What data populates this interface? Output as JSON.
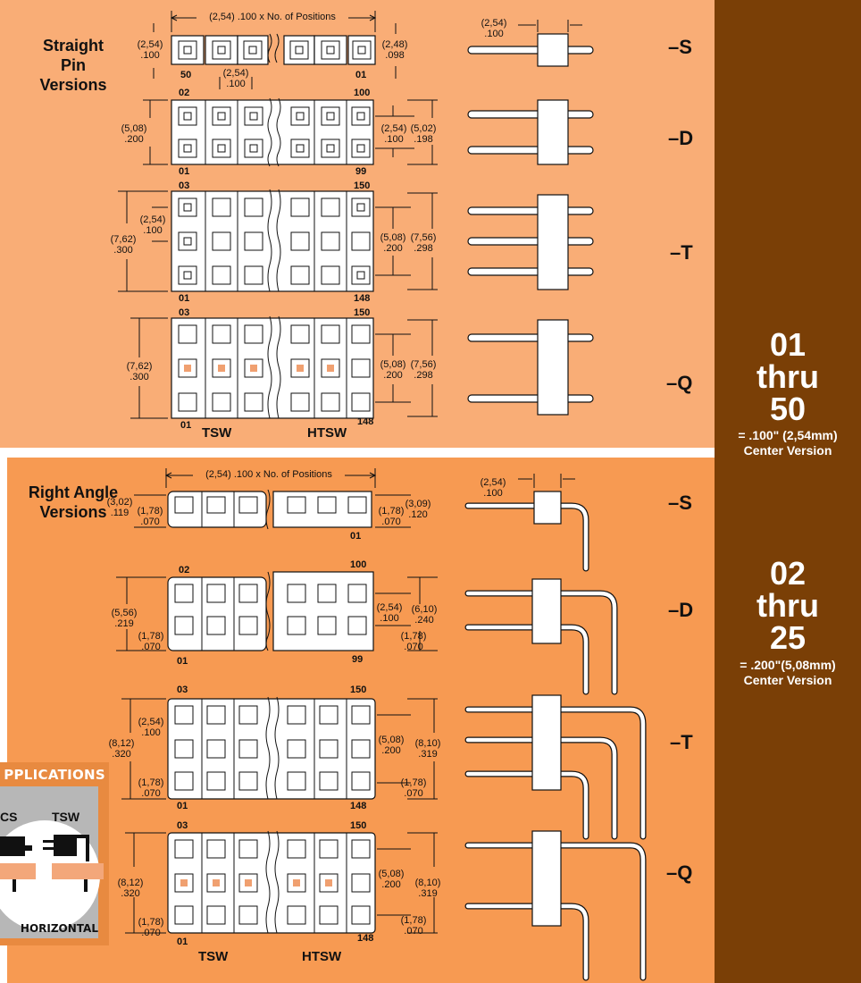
{
  "straight": {
    "heading": "Straight Pin Versions",
    "suffixes": [
      "–S",
      "–D",
      "–T",
      "–Q"
    ],
    "overall_dim": "(2,54) .100 x No. of Positions",
    "pitch_top_mm": "(2,54)",
    "pitch_top_in": ".100",
    "s_left_mm": "(2,54)",
    "s_left_in": ".100",
    "s_right_mm": "(2,48)",
    "s_right_in": ".098",
    "s_bottom_mm": "(2,54)",
    "s_bottom_in": ".100",
    "s_num_left": "50",
    "s_num_right": "01",
    "d_top_left": "02",
    "d_top_right": "100",
    "d_bot_left": "01",
    "d_bot_right": "99",
    "d_left_mm": "(5,08)",
    "d_left_in": ".200",
    "d_r1_mm": "(2,54)",
    "d_r1_in": ".100",
    "d_r2_mm": "(5,02)",
    "d_r2_in": ".198",
    "t_top_left": "03",
    "t_top_right": "150",
    "t_bot_left": "01",
    "t_bot_right": "148",
    "t_l1_mm": "(7,62)",
    "t_l1_in": ".300",
    "t_l2_mm": "(2,54)",
    "t_l2_in": ".100",
    "t_r1_mm": "(5,08)",
    "t_r1_in": ".200",
    "t_r2_mm": "(7,56)",
    "t_r2_in": ".298",
    "q_top_left": "03",
    "q_top_right": "150",
    "q_bot_left": "01",
    "q_bot_right": "148",
    "q_l_mm": "(7,62)",
    "q_l_in": ".300",
    "q_r1_mm": "(5,08)",
    "q_r1_in": ".200",
    "q_r2_mm": "(7,56)",
    "q_r2_in": ".298",
    "label_tsw": "TSW",
    "label_htsw": "HTSW"
  },
  "right_angle": {
    "heading": "Right Angle Versions",
    "suffixes": [
      "–S",
      "–D",
      "–T",
      "–Q"
    ],
    "overall_dim": "(2,54) .100 x No. of Positions",
    "pitch_top_mm": "(2,54)",
    "pitch_top_in": ".100",
    "s_l1_mm": "(3,02)",
    "s_l1_in": ".119",
    "s_l2_mm": "(1,78)",
    "s_l2_in": ".070",
    "s_r1_mm": "(1,78)",
    "s_r1_in": ".070",
    "s_r2_mm": "(3,09)",
    "s_r2_in": ".120",
    "s_num_right": "01",
    "d_top_left": "02",
    "d_top_right": "100",
    "d_bot_left": "01",
    "d_bot_right": "99",
    "d_l1_mm": "(5,56)",
    "d_l1_in": ".219",
    "d_l2_mm": "(1,78)",
    "d_l2_in": ".070",
    "d_r1_mm": "(2,54)",
    "d_r1_in": ".100",
    "d_r2_mm": "(6,10)",
    "d_r2_in": ".240",
    "d_r3_mm": "(1,78)",
    "d_r3_in": ".070",
    "t_top_left": "03",
    "t_top_right": "150",
    "t_bot_left": "01",
    "t_bot_right": "148",
    "t_l1_mm": "(8,12)",
    "t_l1_in": ".320",
    "t_l2_mm": "(2,54)",
    "t_l2_in": ".100",
    "t_l3_mm": "(1,78)",
    "t_l3_in": ".070",
    "t_r1_mm": "(5,08)",
    "t_r1_in": ".200",
    "t_r2_mm": "(8,10)",
    "t_r2_in": ".319",
    "t_r3_mm": "(1,78)",
    "t_r3_in": ".070",
    "q_top_left": "03",
    "q_top_right": "150",
    "q_bot_left": "01",
    "q_bot_right": "148",
    "q_l1_mm": "(8,12)",
    "q_l1_in": ".320",
    "q_l2_mm": "(1,78)",
    "q_l2_in": ".070",
    "q_r1_mm": "(5,08)",
    "q_r1_in": ".200",
    "q_r2_mm": "(8,10)",
    "q_r2_in": ".319",
    "q_r3_mm": "(1,78)",
    "q_r3_in": ".070",
    "label_tsw": "TSW",
    "label_htsw": "HTSW"
  },
  "side_band": {
    "top_range": [
      "01",
      "thru",
      "50"
    ],
    "top_note": [
      "= .100\" (2,54mm)",
      "Center Version"
    ],
    "bottom_range": [
      "02",
      "thru",
      "25"
    ],
    "bottom_note": [
      "= .200\"(5,08mm)",
      "Center Version"
    ]
  },
  "applications_badge": {
    "title": "PPLICATIONS",
    "left_label": "CS",
    "right_label": "TSW",
    "footer": "HORIZONTAL"
  },
  "colors": {
    "straight_panel": "#f9ad76",
    "right_angle_panel": "#f79a52",
    "side_band": "#7a3f06",
    "badge": "#e88a40"
  }
}
